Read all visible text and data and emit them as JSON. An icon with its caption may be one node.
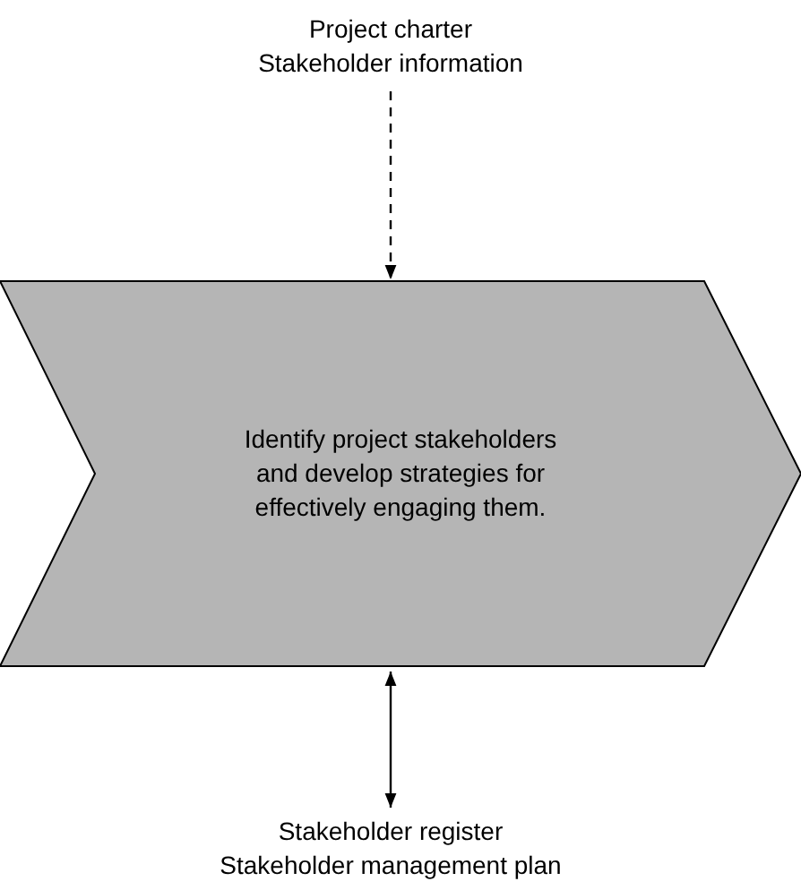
{
  "diagram": {
    "nodes": [
      {
        "text": [
          "Project charter",
          "Stakeholder information"
        ]
      },
      {
        "text": [
          "Identify project stakeholders and develop strategies for effectively engaging them."
        ]
      },
      {
        "text": [
          "Stakeholder register",
          "Stakeholder management plan"
        ]
      }
    ],
    "edges": [
      {
        "from": 0,
        "to": 1,
        "arrow": "to",
        "style": "dashed"
      },
      {
        "from": 1,
        "to": 2,
        "arrow": "both"
      }
    ]
  }
}
